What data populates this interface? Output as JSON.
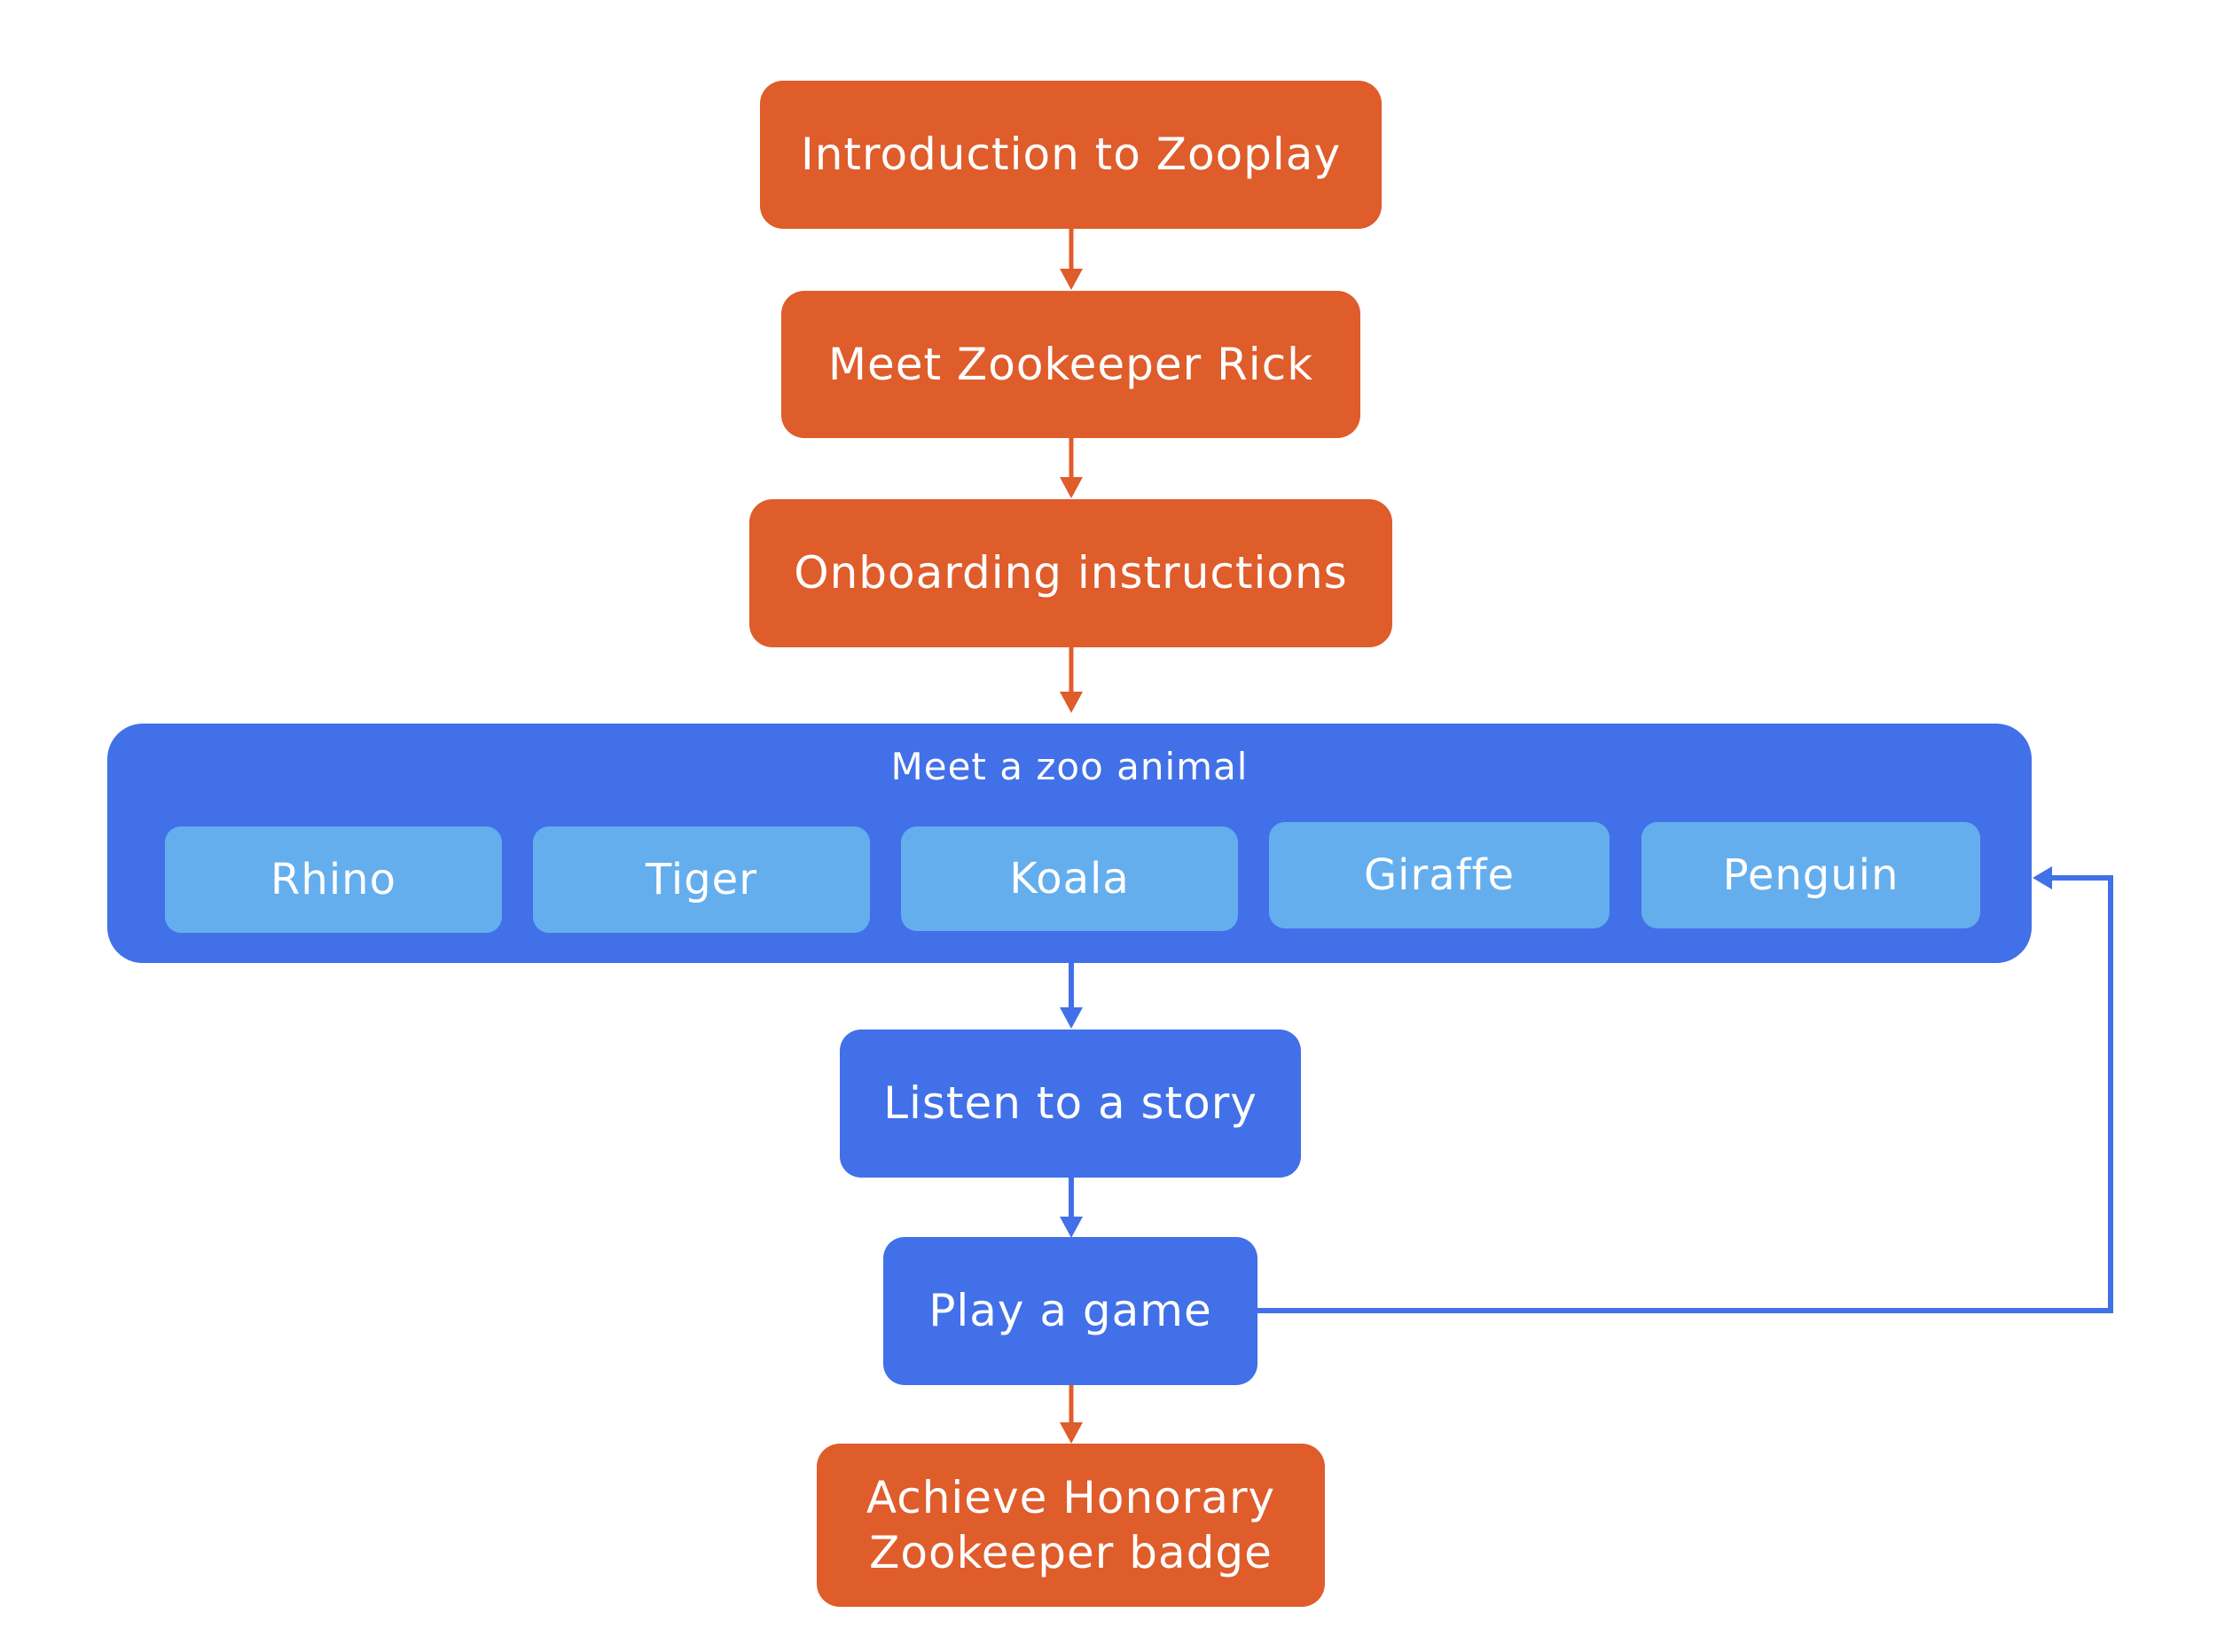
{
  "colors": {
    "orange": "#df5c2b",
    "blue": "#4270e8",
    "light_blue": "#64aeee",
    "text": "#ffffff"
  },
  "steps": {
    "intro": "Introduction to Zooplay",
    "meet_rick": "Meet Zookeeper Rick",
    "onboarding": "Onboarding instructions",
    "listen_story": "Listen to a story",
    "play_game": "Play a game",
    "badge_line1": "Achieve Honorary",
    "badge_line2": "Zookeeper badge"
  },
  "animal_group": {
    "title": "Meet a zoo animal",
    "animals": [
      "Rhino",
      "Tiger",
      "Koala",
      "Giraffe",
      "Penguin"
    ]
  }
}
